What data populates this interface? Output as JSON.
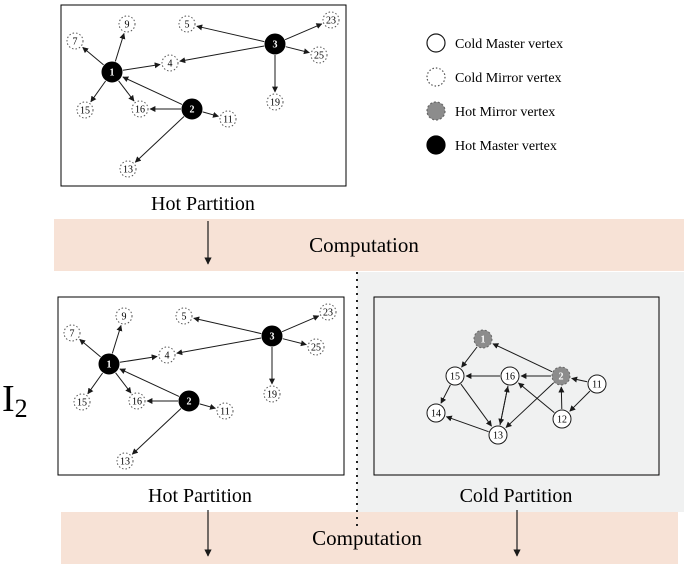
{
  "legend": {
    "items": [
      {
        "label": "Cold Master vertex",
        "kind": "cold-master"
      },
      {
        "label": "Cold Mirror vertex",
        "kind": "cold-mirror"
      },
      {
        "label": "Hot Mirror vertex",
        "kind": "hot-mirror"
      },
      {
        "label": "Hot Master vertex",
        "kind": "hot-master"
      }
    ]
  },
  "top_hot_partition": {
    "caption": "Hot Partition",
    "vertices": [
      {
        "id": "1",
        "kind": "hot-master"
      },
      {
        "id": "2",
        "kind": "hot-master"
      },
      {
        "id": "3",
        "kind": "hot-master"
      },
      {
        "id": "4",
        "kind": "cold-mirror"
      },
      {
        "id": "5",
        "kind": "cold-mirror"
      },
      {
        "id": "7",
        "kind": "cold-mirror"
      },
      {
        "id": "9",
        "kind": "cold-mirror"
      },
      {
        "id": "11",
        "kind": "cold-mirror"
      },
      {
        "id": "13",
        "kind": "cold-mirror"
      },
      {
        "id": "15",
        "kind": "cold-mirror"
      },
      {
        "id": "16",
        "kind": "cold-mirror"
      },
      {
        "id": "19",
        "kind": "cold-mirror"
      },
      {
        "id": "23",
        "kind": "cold-mirror"
      },
      {
        "id": "25",
        "kind": "cold-mirror"
      }
    ],
    "edges": [
      {
        "from": "1",
        "to": "7"
      },
      {
        "from": "1",
        "to": "9"
      },
      {
        "from": "1",
        "to": "4"
      },
      {
        "from": "1",
        "to": "15"
      },
      {
        "from": "1",
        "to": "16"
      },
      {
        "from": "2",
        "to": "1"
      },
      {
        "from": "2",
        "to": "16"
      },
      {
        "from": "2",
        "to": "11"
      },
      {
        "from": "2",
        "to": "13"
      },
      {
        "from": "3",
        "to": "5"
      },
      {
        "from": "3",
        "to": "4"
      },
      {
        "from": "3",
        "to": "23"
      },
      {
        "from": "3",
        "to": "25"
      },
      {
        "from": "3",
        "to": "19"
      }
    ]
  },
  "computation_1": {
    "label": "Computation"
  },
  "iteration_label": {
    "letter": "I",
    "subscript": "2"
  },
  "bottom_hot_partition": {
    "caption": "Hot Partition",
    "vertices": [
      {
        "id": "1",
        "kind": "hot-master"
      },
      {
        "id": "2",
        "kind": "hot-master"
      },
      {
        "id": "3",
        "kind": "hot-master"
      },
      {
        "id": "4",
        "kind": "cold-mirror"
      },
      {
        "id": "5",
        "kind": "cold-mirror"
      },
      {
        "id": "7",
        "kind": "cold-mirror"
      },
      {
        "id": "9",
        "kind": "cold-mirror"
      },
      {
        "id": "11",
        "kind": "cold-mirror"
      },
      {
        "id": "13",
        "kind": "cold-mirror"
      },
      {
        "id": "15",
        "kind": "cold-mirror"
      },
      {
        "id": "16",
        "kind": "cold-mirror"
      },
      {
        "id": "19",
        "kind": "cold-mirror"
      },
      {
        "id": "23",
        "kind": "cold-mirror"
      },
      {
        "id": "25",
        "kind": "cold-mirror"
      }
    ],
    "edges": [
      {
        "from": "1",
        "to": "7"
      },
      {
        "from": "1",
        "to": "9"
      },
      {
        "from": "1",
        "to": "4"
      },
      {
        "from": "1",
        "to": "15"
      },
      {
        "from": "1",
        "to": "16"
      },
      {
        "from": "2",
        "to": "1"
      },
      {
        "from": "2",
        "to": "16"
      },
      {
        "from": "2",
        "to": "11"
      },
      {
        "from": "2",
        "to": "13"
      },
      {
        "from": "3",
        "to": "5"
      },
      {
        "from": "3",
        "to": "4"
      },
      {
        "from": "3",
        "to": "23"
      },
      {
        "from": "3",
        "to": "25"
      },
      {
        "from": "3",
        "to": "19"
      }
    ]
  },
  "cold_partition": {
    "caption": "Cold Partition",
    "vertices": [
      {
        "id": "1",
        "kind": "hot-mirror"
      },
      {
        "id": "2",
        "kind": "hot-mirror"
      },
      {
        "id": "11",
        "kind": "cold-master"
      },
      {
        "id": "12",
        "kind": "cold-master"
      },
      {
        "id": "13",
        "kind": "cold-master"
      },
      {
        "id": "14",
        "kind": "cold-master"
      },
      {
        "id": "15",
        "kind": "cold-master"
      },
      {
        "id": "16",
        "kind": "cold-master"
      }
    ],
    "edges": [
      {
        "from": "1",
        "to": "15"
      },
      {
        "from": "2",
        "to": "1"
      },
      {
        "from": "2",
        "to": "16"
      },
      {
        "from": "2",
        "to": "13"
      },
      {
        "from": "11",
        "to": "2"
      },
      {
        "from": "11",
        "to": "12"
      },
      {
        "from": "12",
        "to": "2"
      },
      {
        "from": "12",
        "to": "16"
      },
      {
        "from": "16",
        "to": "15"
      },
      {
        "from": "16",
        "to": "13"
      },
      {
        "from": "15",
        "to": "14"
      },
      {
        "from": "15",
        "to": "13"
      },
      {
        "from": "13",
        "to": "14"
      },
      {
        "from": "13",
        "to": "16"
      }
    ]
  },
  "computation_2": {
    "label": "Computation"
  },
  "colors": {
    "band": "#f7e2d6",
    "cold_panel": "#f0f1f1",
    "hot_fill": "#000000",
    "hot_mirror_fill": "#8c8c8c",
    "edge": "#1a1a1a"
  }
}
